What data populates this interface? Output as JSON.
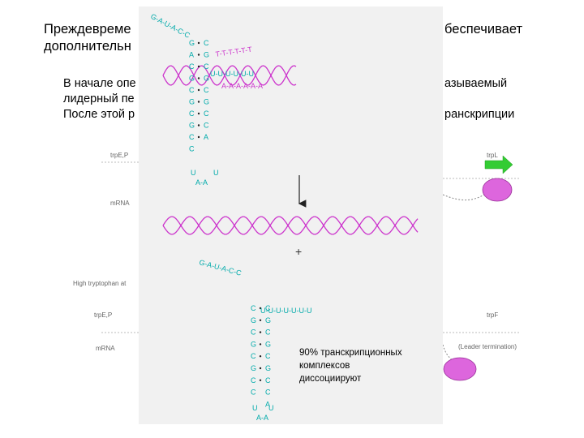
{
  "slide": {
    "title_line1_left": "Преждевреме",
    "title_line1_right": "беспечивает",
    "title_line2_left": "дополнительн",
    "para_line1_left": "В начале опе",
    "para_line1_right": "азываемый",
    "para_line2_left": "лидерный пе",
    "para_line3_left": "После этой р",
    "para_line3_right": "ранскрипции"
  },
  "background_labels": {
    "dna_top": "trpE,P",
    "mrna_top": "mRNA",
    "trp_gene_top": "trpL",
    "high_trp": "High tryptophan at",
    "dna_bottom": "trpE,P",
    "mrna_bottom": "mRNA",
    "trp_gene_bottom": "trpF",
    "leader_termination": "(Leader termination)"
  },
  "hairpin_top": {
    "loop_seq": "G-A-U-A-C-C",
    "stem_left": [
      "G",
      "A",
      "C",
      "G",
      "C",
      "G",
      "C",
      "G",
      "C",
      "C"
    ],
    "stem_right": [
      "C",
      "G",
      "C",
      "G",
      "C",
      "G",
      "C",
      "C",
      "A"
    ],
    "base_loop": "U   U / A-A",
    "t_strand": "T-T-T-T-T-T",
    "u_strand": "U-U-U-U-U-U",
    "a_strand": "A-A-A-A-A-A",
    "colors": {
      "rna": "#00aaaa",
      "dna": "#cc33cc",
      "arrow_green": "#33cc33",
      "polymerase": "#dd66dd"
    }
  },
  "hairpin_bottom": {
    "top_seq": "G-A-U-A-C-C",
    "stem_left": [
      "C",
      "G",
      "C",
      "G",
      "C",
      "G",
      "C",
      "C"
    ],
    "stem_right": [
      "C",
      "G",
      "C",
      "G",
      "C",
      "G",
      "C",
      "C",
      "A"
    ],
    "u_tail": "U-U-U-U-U-U-U"
  },
  "operator": {
    "plus": "+"
  },
  "note": {
    "line1": "90% транскрипционных",
    "line2": "комплексов",
    "line3": "диссоциируют"
  }
}
